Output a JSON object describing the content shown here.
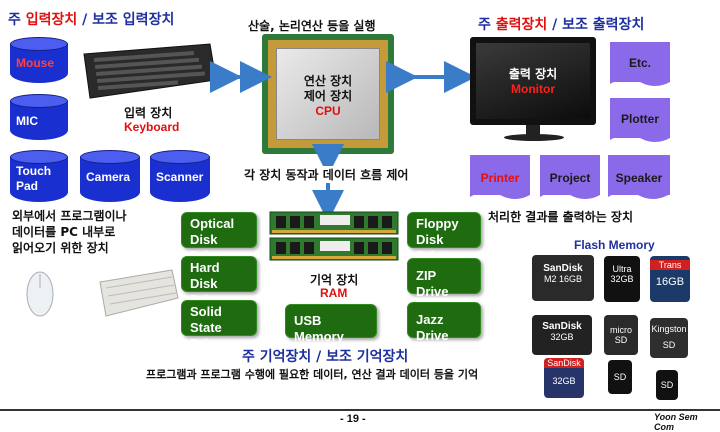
{
  "input_title": {
    "prefix": "주 ",
    "main": "입력장치",
    "sep": " / ",
    "sub": "보조 입력장치"
  },
  "output_title": {
    "prefix": "주 ",
    "main": "출력장치",
    "sep": " / ",
    "sub": "보조 출력장치"
  },
  "storage_title": {
    "prefix": "주 기억장치 / 보조 기억장치"
  },
  "cpu": {
    "caption": "산술, 논리연산 등을 실행",
    "line1": "연산 장치",
    "line2": "제어 장치",
    "line3": "CPU",
    "control_caption": "각 장치 동작과 데이터 흐름 제어"
  },
  "input_devices": [
    "Mouse",
    "MIC",
    "Touch Pad",
    "Camera",
    "Scanner"
  ],
  "keyboard": {
    "label": "입력 장치",
    "name": "Keyboard"
  },
  "input_desc": [
    "외부에서 프로그램이나",
    "데이터를 PC 내부로",
    "읽어오기 위한 장치"
  ],
  "monitor": {
    "label": "출력 장치",
    "name": "Monitor"
  },
  "output_devices": [
    "Etc.",
    "Plotter",
    "Printer",
    "Project",
    "Speaker"
  ],
  "output_desc": "처리한 결과를 출력하는 장치",
  "storage_left": [
    "Optical Disk Drive",
    "Hard Disk Drive",
    "Solid State Drive"
  ],
  "ram": {
    "label": "기억 장치",
    "name": "RAM"
  },
  "usb": "USB Memory",
  "storage_right": [
    "Floppy Disk Drive",
    "ZIP Drive",
    "Jazz Drive"
  ],
  "storage_desc": "프로그램과 프로그램 수행에 필요한 데이터, 연산 결과 데이터 등을 기억",
  "flash": {
    "title": "Flash Memory"
  },
  "footer": {
    "page": "- 19 -",
    "brand": "Yoon Sem Com"
  },
  "colors": {
    "cylinder": "#1a2fd0",
    "green_box": "#1e6b10",
    "doc": "#8a6ae8",
    "arrow": "#3a7cc8"
  }
}
